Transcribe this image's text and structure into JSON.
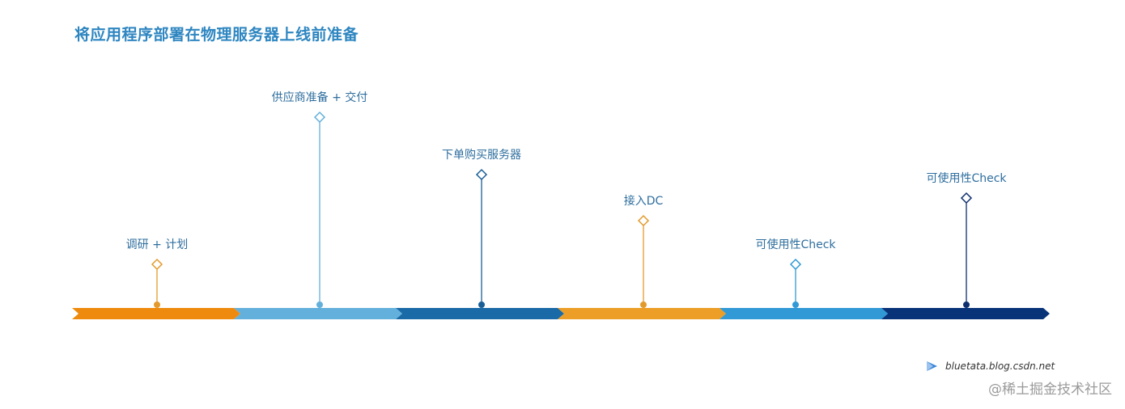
{
  "title": "将应用程序部署在物理服务器上线前准备",
  "segments": [
    {
      "color": "#ee8b0f"
    },
    {
      "color": "#63b0dc"
    },
    {
      "color": "#1a6aa8"
    },
    {
      "color": "#ec9e26"
    },
    {
      "color": "#3199d6"
    },
    {
      "color": "#083379"
    }
  ],
  "milestones": [
    {
      "label": "调研 + 计划",
      "color": "#e39a2c",
      "level": "low"
    },
    {
      "label": "供应商准备 + 交付",
      "color": "#63b0dc",
      "level": "highest"
    },
    {
      "label": "下单购买服务器",
      "color": "#1a5e96",
      "level": "high"
    },
    {
      "label": "接入DC",
      "color": "#e39a2c",
      "level": "mid"
    },
    {
      "label": "可使用性Check",
      "color": "#3199d6",
      "level": "low"
    },
    {
      "label": "可使用性Check",
      "color": "#0d2f6e",
      "level": "mid-high"
    }
  ],
  "credit": {
    "text": "bluetata.blog.csdn.net",
    "icon": "arrow-icon",
    "icon_color": "#3a86d8"
  },
  "watermark": "@稀土掘金技术社区"
}
